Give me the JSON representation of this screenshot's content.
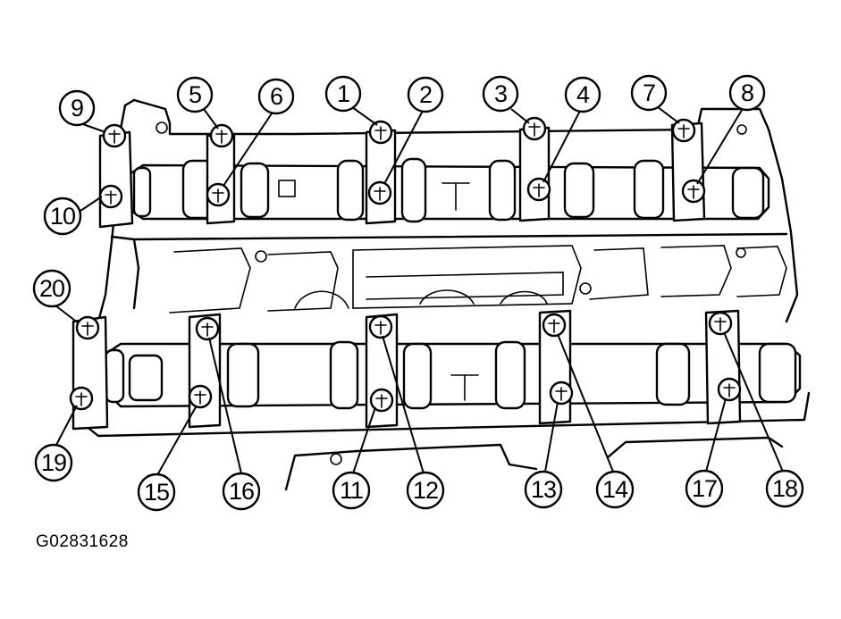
{
  "figure_code": "G02831628",
  "callouts": [
    {
      "label": "1"
    },
    {
      "label": "2"
    },
    {
      "label": "3"
    },
    {
      "label": "4"
    },
    {
      "label": "5"
    },
    {
      "label": "6"
    },
    {
      "label": "7"
    },
    {
      "label": "8"
    },
    {
      "label": "9"
    },
    {
      "label": "10"
    },
    {
      "label": "11"
    },
    {
      "label": "12"
    },
    {
      "label": "13"
    },
    {
      "label": "14"
    },
    {
      "label": "15"
    },
    {
      "label": "16"
    },
    {
      "label": "17"
    },
    {
      "label": "18"
    },
    {
      "label": "19"
    },
    {
      "label": "20"
    }
  ]
}
